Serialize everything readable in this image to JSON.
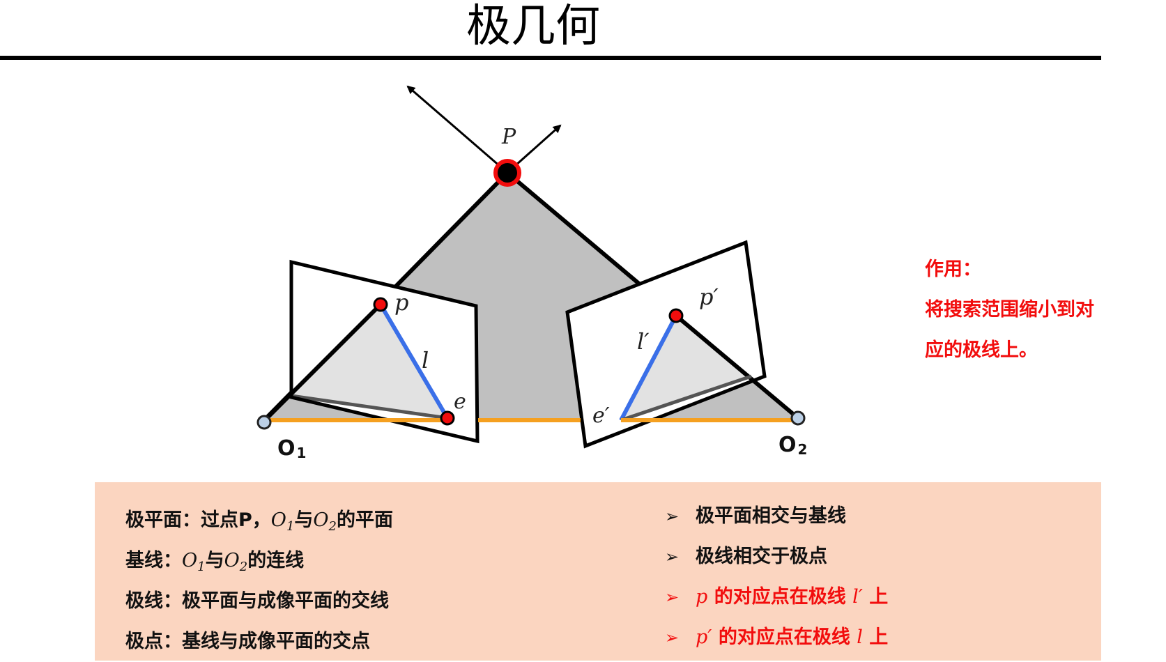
{
  "title": "极几何",
  "diagram": {
    "point_P": "P",
    "point_p": "p",
    "point_p_prime": "p′",
    "line_l": "l",
    "line_l_prime": "l′",
    "epipole_e": "e",
    "epipole_e_prime": "e′",
    "center1_letter": "O",
    "center1_sub": "1",
    "center2_letter": "O",
    "center2_sub": "2"
  },
  "note": {
    "heading": "作用：",
    "line1": "将搜索范围缩小到对",
    "line2": "应的极线上。"
  },
  "definitions": [
    {
      "label": "极平面：过点P，",
      "o1": "O",
      "s1": "1",
      "mid": "与",
      "o2": "O",
      "s2": "2",
      "tail": "的平面"
    },
    {
      "label": "基线：",
      "o1": "O",
      "s1": "1",
      "mid": "与",
      "o2": "O",
      "s2": "2",
      "tail": "的连线"
    },
    {
      "text": "极线：极平面与成像平面的交线"
    },
    {
      "text": "极点：基线与成像平面的交点"
    }
  ],
  "facts": [
    {
      "arrow": "➢",
      "text": "极平面相交与基线"
    },
    {
      "arrow": "➢",
      "text": "极线相交于极点"
    },
    {
      "arrow": "➢",
      "var": "p",
      "mid": " 的对应点在极线 ",
      "var2": "l′",
      "tail": " 上"
    },
    {
      "arrow": "➢",
      "var": "p′",
      "mid": " 的对应点在极线 ",
      "var2": "l",
      "tail": " 上"
    }
  ],
  "colors": {
    "red": "#f20d0d",
    "blue": "#3a6fe8",
    "orange": "#f5a020",
    "gray_plane": "#c0c0c0",
    "light_triangle": "#e2e2e2",
    "panel": "#fbd5c0"
  }
}
